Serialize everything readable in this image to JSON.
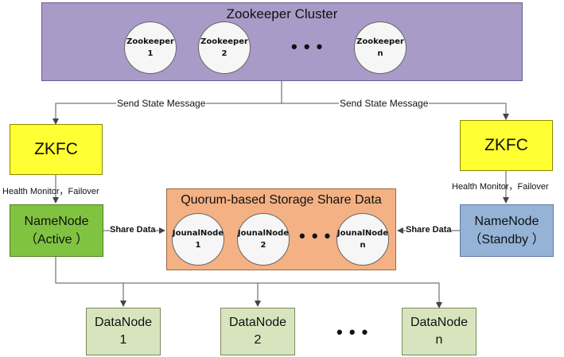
{
  "zookeeper_cluster": {
    "title": "Zookeeper Cluster",
    "nodes": [
      {
        "name": "Zookeeper",
        "index": "1"
      },
      {
        "name": "Zookeeper",
        "index": "2"
      },
      {
        "name": "Zookeeper",
        "index": "n"
      }
    ],
    "ellipsis": "• • •"
  },
  "send_state_left": "Send State Message",
  "send_state_right": "Send State Message",
  "zkfc_left": "ZKFC",
  "zkfc_right": "ZKFC",
  "health_left": "Health Monitor，Failover",
  "health_right": "Health Monitor，Failover",
  "namenode_active": {
    "name": "NameNode",
    "state": "（Active ）"
  },
  "namenode_standby": {
    "name": "NameNode",
    "state": "（Standby ）"
  },
  "share_left": "Share Data",
  "share_right": "Share Data",
  "quorum": {
    "title": "Quorum-based Storage Share Data",
    "nodes": [
      {
        "name": "JounalNode",
        "index": "1"
      },
      {
        "name": "JounalNode",
        "index": "2"
      },
      {
        "name": "JounalNode",
        "index": "n"
      }
    ],
    "ellipsis": "• • •"
  },
  "datanodes": [
    {
      "name": "DataNode",
      "index": "1"
    },
    {
      "name": "DataNode",
      "index": "2"
    },
    {
      "name": "DataNode",
      "index": "n"
    }
  ],
  "datanode_ellipsis": "• • •",
  "colors": {
    "cluster": "#a99bc8",
    "zkfc": "#ffff33",
    "active": "#80c341",
    "standby": "#95b3d7",
    "quorum": "#f4b183",
    "datanode": "#d7e4bd"
  }
}
